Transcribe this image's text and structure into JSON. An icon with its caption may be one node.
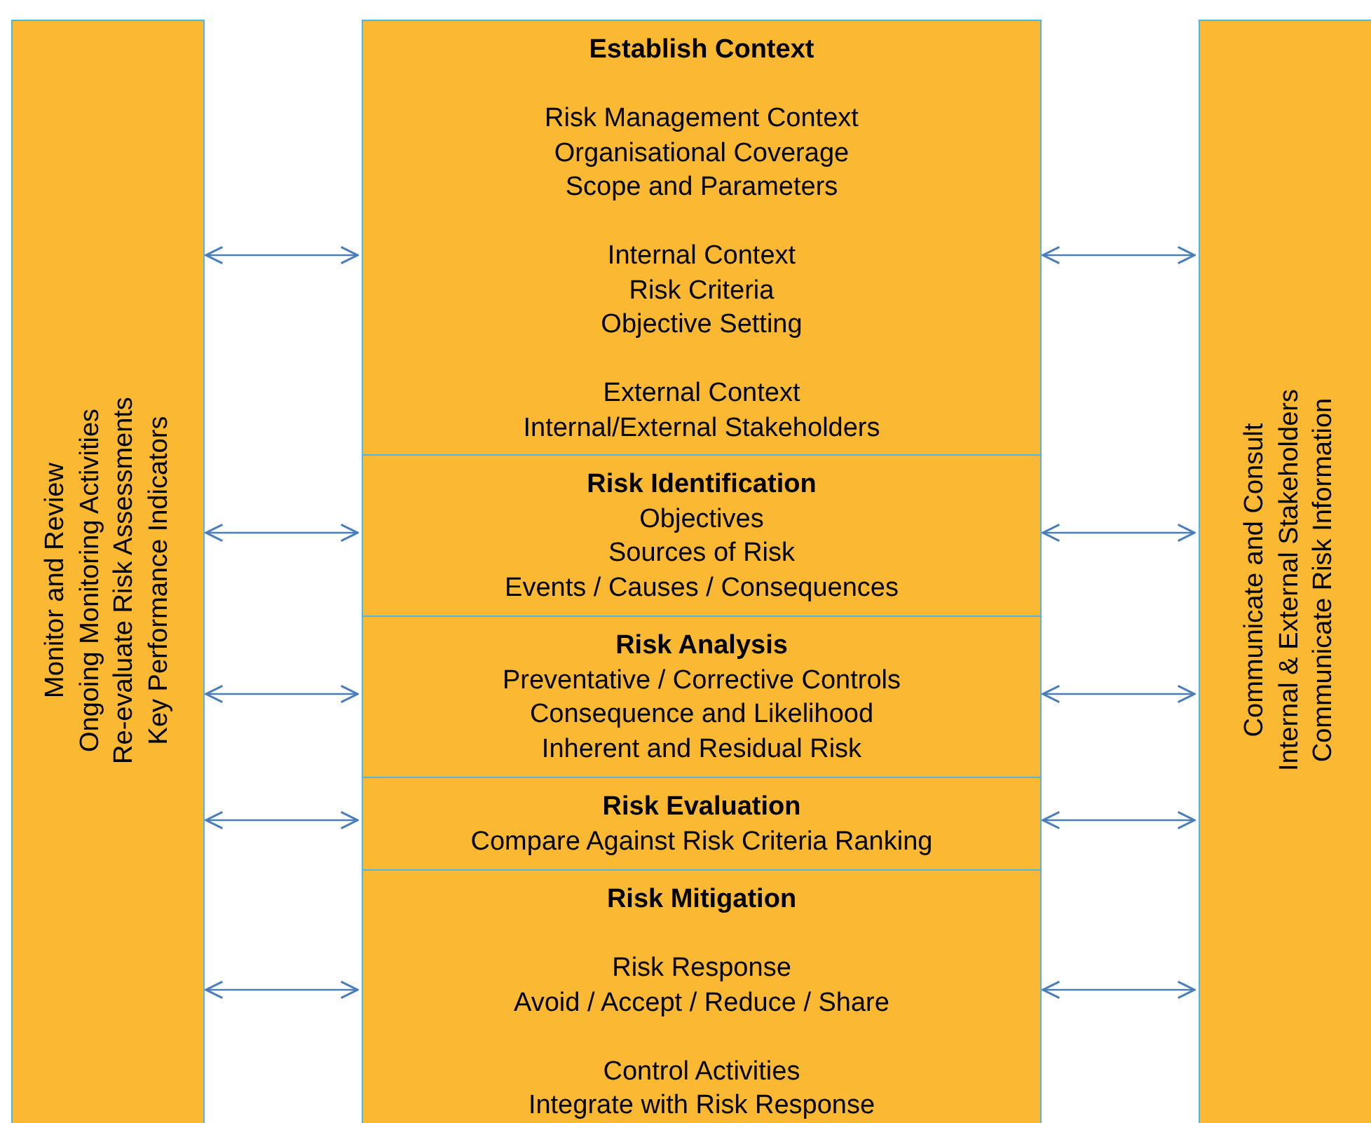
{
  "diagram": {
    "nodes": [
      {
        "text": [
          "Monitor and Review",
          "Ongoing Monitoring Activities",
          "Re-evaluate Risk Assessments",
          "Key Performance Indicators"
        ]
      },
      {
        "text": [
          "Establish Context",
          "Risk Management Context",
          "Organisational Coverage",
          "Scope and Parameters",
          "Internal Context",
          "Risk Criteria",
          "Objective Setting",
          "External Context",
          "Internal/External Stakeholders"
        ]
      },
      {
        "text": [
          "Risk Identification",
          "Objectives",
          "Sources of Risk",
          "Events / Causes / Consequences"
        ]
      },
      {
        "text": [
          "Risk Analysis",
          "Preventative / Corrective Controls",
          "Consequence and Likelihood",
          "Inherent and Residual Risk"
        ]
      },
      {
        "text": [
          "Risk Evaluation",
          "Compare Against Risk Criteria Ranking"
        ]
      },
      {
        "text": [
          "Risk Mitigation",
          "Risk Response",
          "Avoid / Accept / Reduce / Share",
          "Control Activities",
          "Integrate with Risk Response"
        ]
      },
      {
        "text": [
          "Communicate and Consult",
          "Internal & External Stakeholders",
          "Communicate Risk Information"
        ]
      }
    ],
    "edges": [
      {
        "from": 0,
        "to": 1,
        "arrow": "both"
      },
      {
        "from": 1,
        "to": 6,
        "arrow": "both"
      },
      {
        "from": 0,
        "to": 2,
        "arrow": "both"
      },
      {
        "from": 2,
        "to": 6,
        "arrow": "both"
      },
      {
        "from": 0,
        "to": 3,
        "arrow": "both"
      },
      {
        "from": 3,
        "to": 6,
        "arrow": "both"
      },
      {
        "from": 0,
        "to": 4,
        "arrow": "both"
      },
      {
        "from": 4,
        "to": 6,
        "arrow": "both"
      },
      {
        "from": 0,
        "to": 5,
        "arrow": "both"
      },
      {
        "from": 5,
        "to": 6,
        "arrow": "both"
      }
    ]
  }
}
